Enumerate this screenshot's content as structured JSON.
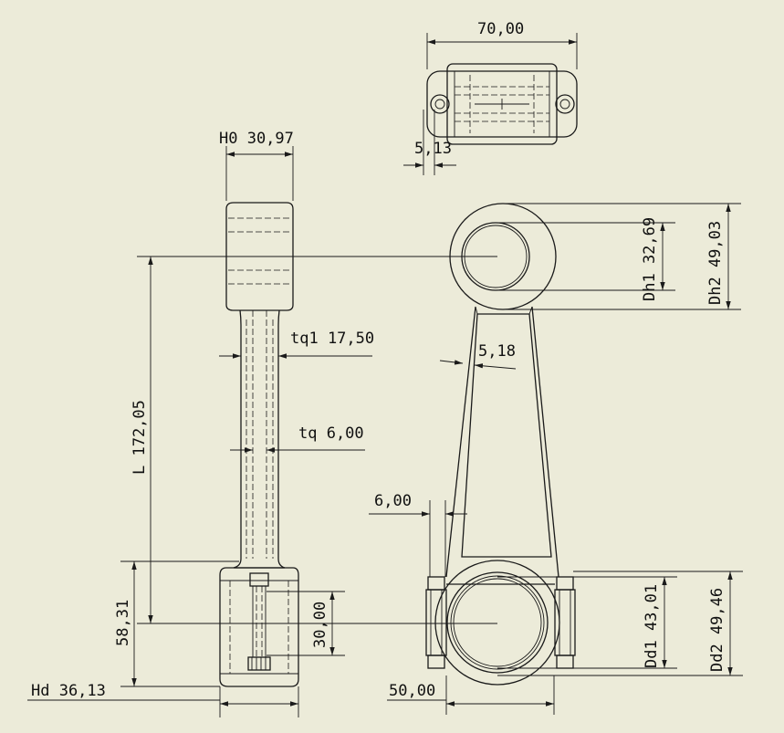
{
  "drawing": {
    "background": "#ecebd9",
    "line_color": "#1a1a1a",
    "dimensions": {
      "top_width": "70,00",
      "top_hole_offset": "5,13",
      "ho": "H0 30,97",
      "tq1": "tq1 17,50",
      "tq": "tq 6,00",
      "length": "L 172,05",
      "small_end_height": "58,31",
      "cap_bolt_spacing": "30,00",
      "hd": "Hd 36,13",
      "web_thickness": "5,18",
      "dh1": "Dh1 32,69",
      "dh2": "Dh2 49,03",
      "flange": "6,00",
      "dd1": "Dd1 43,01",
      "dd2": "Dd2 49,46",
      "big_end_width": "50,00"
    }
  }
}
